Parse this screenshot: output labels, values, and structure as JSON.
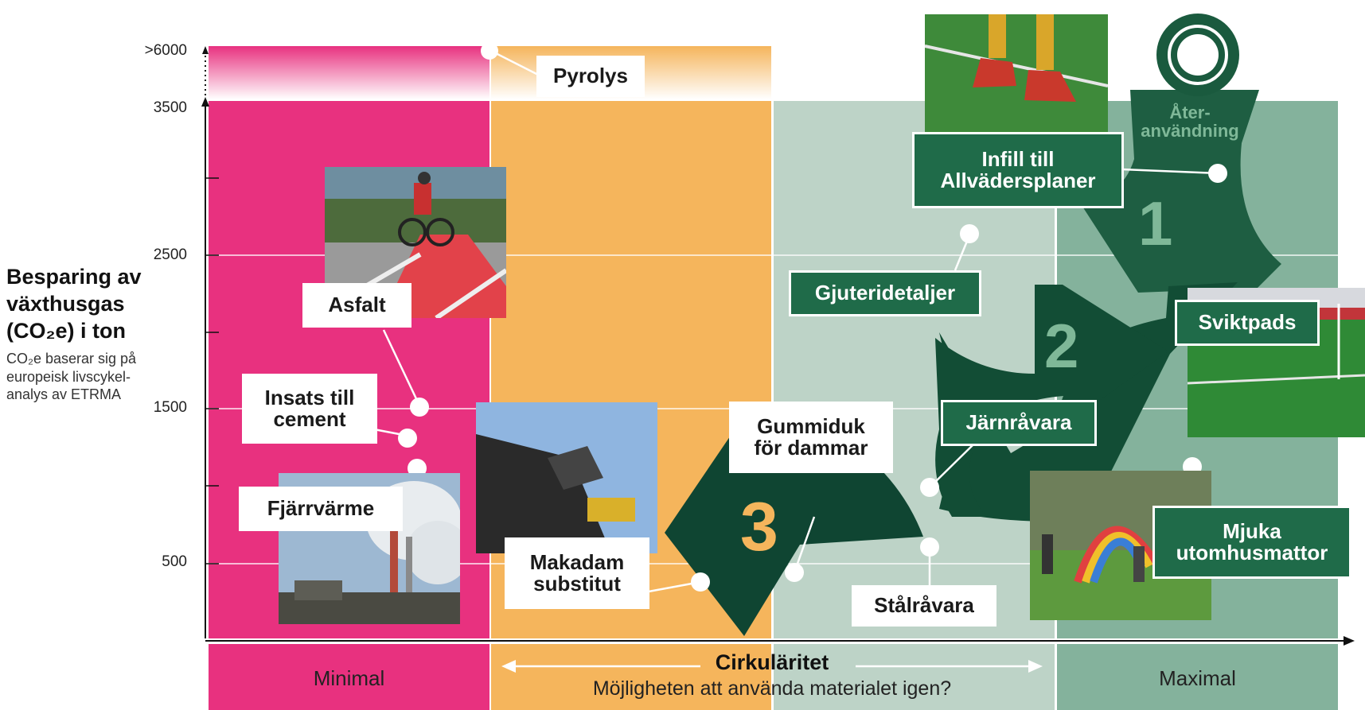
{
  "y_axis": {
    "title": "Besparing av växthusgas (CO₂e) i ton",
    "note": "CO₂e baserar sig på europeisk livscykel-analys av ETRMA",
    "ticks": [
      ">6000",
      "3500",
      "2500",
      "1500",
      "500"
    ]
  },
  "x_axis": {
    "title": "Cirkuläritet",
    "subtitle": "Möjligheten att använda materialet igen?",
    "min_label": "Minimal",
    "max_label": "Maximal"
  },
  "colors": {
    "magenta": "#e8317f",
    "orange": "#f5b55c",
    "light_green": "#bdd3c7",
    "mid_green": "#84b29c",
    "dark_green": "#0f4d34",
    "box_green": "#1f6b49"
  },
  "arrows": {
    "one": "1",
    "two": "2",
    "three": "3",
    "reuse_label": "Åter-\nanvändning"
  },
  "stamp_icon": "circular-stamp-icon",
  "labels": {
    "pyrolys": "Pyrolys",
    "asfalt": "Asfalt",
    "insats": "Insats till\ncement",
    "fjarrvarme": "Fjärrvärme",
    "makadam": "Makadam\nsubstitut",
    "gummiduk": "Gummiduk\nför dammar",
    "stalravara": "Stålråvara",
    "infill": "Infill till\nAllvädersplaner",
    "gjuteri": "Gjuteridetaljer",
    "jarnravara": "Järnråvara",
    "sviktpads": "Sviktpads",
    "mjuka": "Mjuka\nutomhusmattor"
  }
}
